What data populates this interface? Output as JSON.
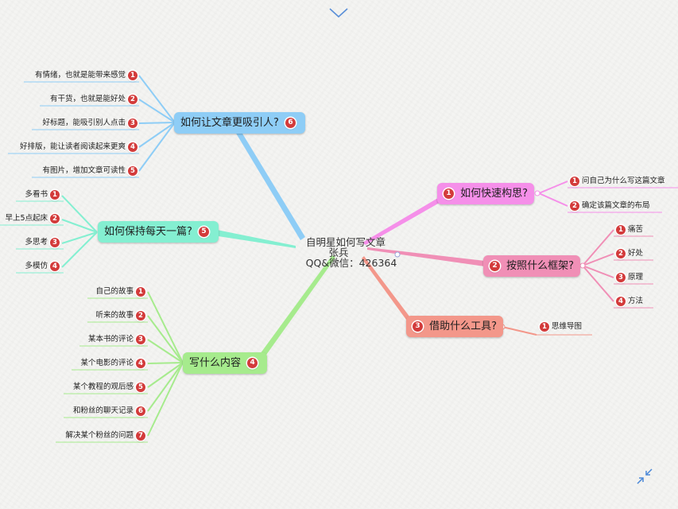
{
  "colors": {
    "blue": "#8ecdf6",
    "cyan": "#84efd1",
    "green": "#a6eb8d",
    "magenta": "#f58fe9",
    "pink": "#f08fb6",
    "salmon": "#f3978a",
    "badge": "#d33b3b"
  },
  "icons": {
    "top": "chevron-down-icon",
    "corner": "collapse-icon"
  },
  "central": {
    "line1": "自明星如何写文章",
    "line2": "张兵",
    "line3": "QQ&微信：426364"
  },
  "topics": {
    "attract": {
      "label": "如何让文章更吸引人?",
      "badge": "6",
      "children": [
        {
          "text": "有情绪，也就是能带来感觉",
          "badge": "1"
        },
        {
          "text": "有干货，也就是能好处",
          "badge": "2"
        },
        {
          "text": "好标题，能吸引别人点击",
          "badge": "3"
        },
        {
          "text": "好排版，能让读者阅读起来更爽",
          "badge": "4"
        },
        {
          "text": "有图片，增加文章可读性",
          "badge": "5"
        }
      ]
    },
    "daily": {
      "label": "如何保持每天一篇?",
      "badge": "5",
      "children": [
        {
          "text": "多看书",
          "badge": "1"
        },
        {
          "text": "早上5点起床",
          "badge": "2"
        },
        {
          "text": "多思考",
          "badge": "3"
        },
        {
          "text": "多模仿",
          "badge": "4"
        }
      ]
    },
    "content": {
      "label": "写什么内容",
      "badge": "4",
      "children": [
        {
          "text": "自己的故事",
          "badge": "1"
        },
        {
          "text": "听来的故事",
          "badge": "2"
        },
        {
          "text": "某本书的评论",
          "badge": "3"
        },
        {
          "text": "某个电影的评论",
          "badge": "4"
        },
        {
          "text": "某个教程的观后感",
          "badge": "5"
        },
        {
          "text": "和粉丝的聊天记录",
          "badge": "6"
        },
        {
          "text": "解决某个粉丝的问题",
          "badge": "7"
        }
      ]
    },
    "conceive": {
      "label": "如何快速构思?",
      "badge": "1",
      "children": [
        {
          "text": "问自己为什么写这篇文章",
          "badge": "1"
        },
        {
          "text": "确定该篇文章的布局",
          "badge": "2"
        }
      ]
    },
    "framework": {
      "label": "按照什么框架?",
      "badge": "2",
      "children": [
        {
          "text": "痛苦",
          "badge": "1"
        },
        {
          "text": "好处",
          "badge": "2"
        },
        {
          "text": "原理",
          "badge": "3"
        },
        {
          "text": "方法",
          "badge": "4"
        }
      ]
    },
    "tools": {
      "label": "借助什么工具?",
      "badge": "3",
      "children": [
        {
          "text": "思维导图",
          "badge": "1"
        }
      ]
    }
  }
}
